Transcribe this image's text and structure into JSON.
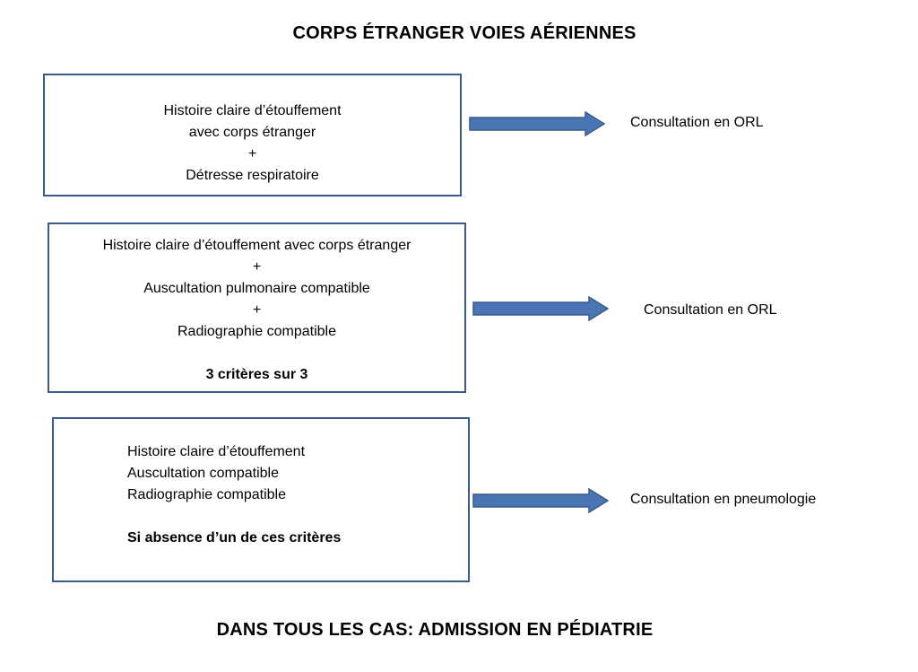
{
  "title": "CORPS ÉTRANGER VOIES AÉRIENNES",
  "footer": "DANS TOUS LES CAS: ADMISSION EN PÉDIATRIE",
  "boxes": [
    {
      "lines": [
        "Histoire claire d’étouffement",
        "avec corps étranger",
        "+",
        "Détresse respiratoire"
      ],
      "outcome": "Consultation en ORL"
    },
    {
      "lines": [
        "Histoire claire d’étouffement avec corps étranger",
        "+",
        "Auscultation pulmonaire compatible",
        "+",
        "Radiographie compatible"
      ],
      "note": "3 critères sur 3",
      "outcome": "Consultation en ORL"
    },
    {
      "lines": [
        "Histoire claire d’étouffement",
        "Auscultation compatible",
        "Radiographie compatible"
      ],
      "note": "Si absence d’un de ces critères",
      "outcome": "Consultation en pneumologie"
    }
  ],
  "colors": {
    "box_border": "#3a5a8c",
    "arrow_fill": "#4a77b4",
    "arrow_stroke": "#3a5a8c"
  }
}
